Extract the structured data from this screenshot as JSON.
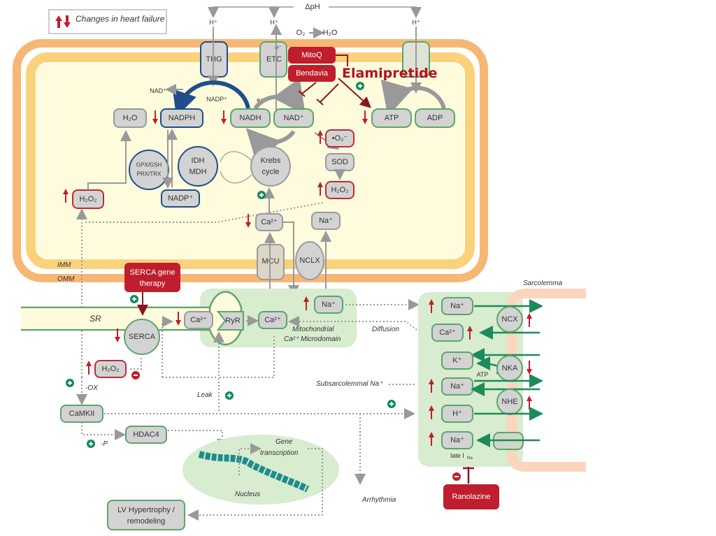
{
  "legend": {
    "text": "Changes in heart failure"
  },
  "top": {
    "delta_ph": "ΔpH",
    "h_plus": "H⁺",
    "o2_h2o_o2": "O₂",
    "o2_h2o_h2o": "H₂O"
  },
  "mito": {
    "thg": "THG",
    "etc": "ETC",
    "e_minus": "e⁻",
    "nad_plus_left": "NAD⁺",
    "nadp_plus_top": "NADP⁺",
    "h2o": "H₂O",
    "nadph": "NADPH",
    "nadh": "NADH",
    "nad_plus": "NAD⁺",
    "atp": "ATP",
    "adp": "ADP",
    "superoxide": "•O₂⁻",
    "sod": "SOD",
    "h2o2_right": "H₂O₂",
    "h2o2_left": "H₂O₂",
    "gpx": "GPX/GSH",
    "prx": "PRX/TRX",
    "idh": "IDH",
    "mdh": "MDH",
    "krebs1": "Krebs",
    "krebs2": "cycle",
    "nadp_plus": "NADP⁺",
    "ca_mito": "Ca²⁺",
    "na_mito": "Na⁺",
    "mcu": "MCU",
    "nclx": "NCLX",
    "imm": "IMM",
    "omm": "OMM"
  },
  "drugs": {
    "mitoq": "MitoQ",
    "bendavia": "Bendavia",
    "elamipretide": "Elamipretide",
    "serca_gene_1": "SERCA gene",
    "serca_gene_2": "therapy",
    "ranolazine": "Ranolazine"
  },
  "cyto": {
    "sr": "SR",
    "serca": "SERCA",
    "ca_sr": "Ca²⁺",
    "ryr": "RyR",
    "ca_micro": "Ca²⁺",
    "na_micro": "Na⁺",
    "micro1": "Mitochondrial",
    "micro2": "Ca²⁺ Microdomain",
    "diffusion": "Diffusion",
    "h2o2_cyto": "H₂O₂",
    "ox": "-OX",
    "leak": "Leak",
    "subsarc": "Subsarcolemmal Na⁺",
    "camkii": "CaMKII",
    "hdac4": "HDAC4",
    "p": "-P",
    "gene1": "Gene",
    "gene2": "transcription",
    "nucleus": "Nucleus",
    "lvh1": "LV Hypertrophy /",
    "lvh2": "remodeling",
    "arrhythmia": "Arrhythmia"
  },
  "membrane": {
    "sarcolemma": "Sarcolemma",
    "na1": "Na⁺",
    "ca": "Ca²⁺",
    "k": "K⁺",
    "atp": "ATP",
    "na2": "Na⁺",
    "h": "H⁺",
    "na3": "Na⁺",
    "ncx": "NCX",
    "nka": "NKA",
    "nhe": "NHE",
    "late_ina": "late I",
    "late_ina_sub": "Na"
  },
  "colors": {
    "increase": "#be1e2d",
    "drug": "#be1e2d",
    "transport": "#1d8a5a",
    "microdomain": "#d8ecd0"
  }
}
